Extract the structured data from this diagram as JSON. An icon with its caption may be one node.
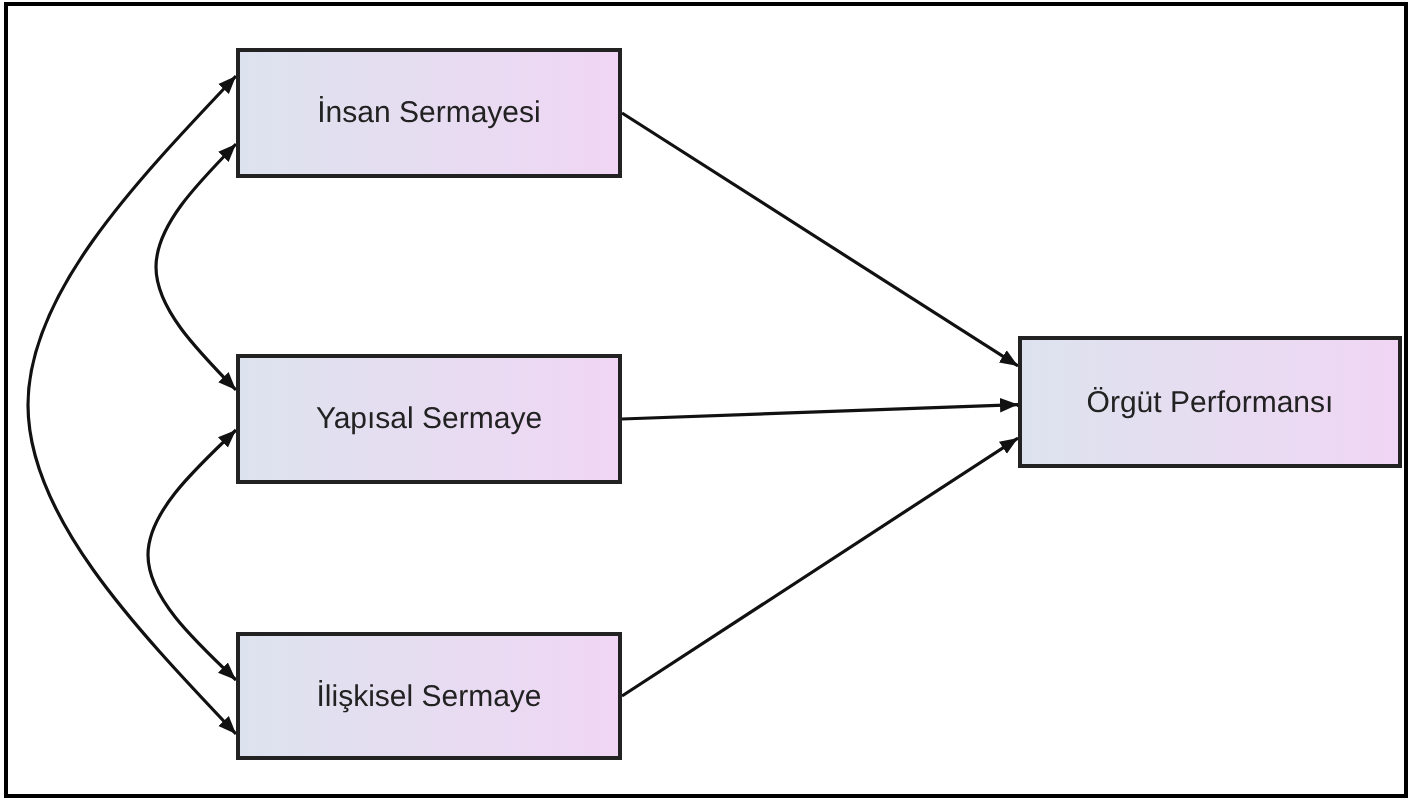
{
  "diagram": {
    "nodes": [
      {
        "text": [
          "İnsan Sermayesi"
        ]
      },
      {
        "text": [
          "Yapısal Sermaye"
        ]
      },
      {
        "text": [
          "İlişkisel Sermaye"
        ]
      },
      {
        "text": [
          "Örgüt Performansı"
        ]
      }
    ],
    "edges": [
      {
        "from": 0,
        "to": 3,
        "arrow": "to"
      },
      {
        "from": 1,
        "to": 3,
        "arrow": "to"
      },
      {
        "from": 2,
        "to": 3,
        "arrow": "to"
      },
      {
        "from": 0,
        "to": 1,
        "arrow": "both"
      },
      {
        "from": 1,
        "to": 2,
        "arrow": "both"
      },
      {
        "from": 0,
        "to": 2,
        "arrow": "both"
      }
    ]
  }
}
